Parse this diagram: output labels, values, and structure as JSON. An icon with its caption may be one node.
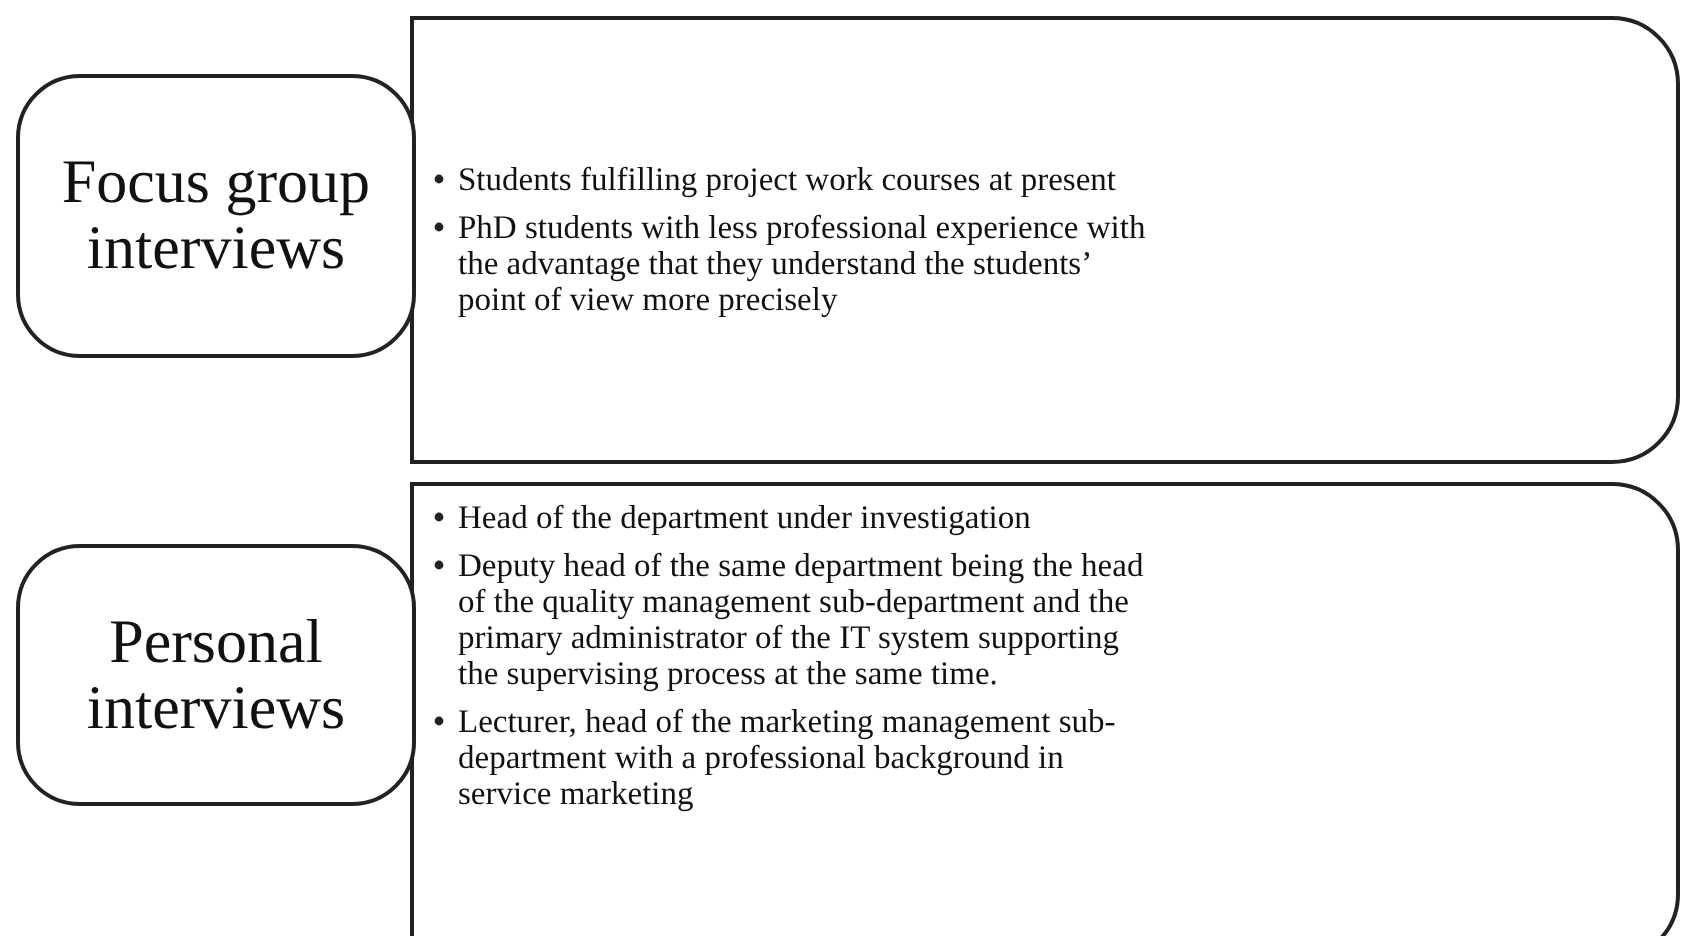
{
  "diagram": {
    "nodes": [
      {
        "text": [
          "Focus group interviews"
        ]
      },
      {
        "text": [
          "Students fulfilling project work courses at present",
          "PhD students with less professional experience with the advantage that they understand the students’ point of view more precisely"
        ]
      },
      {
        "text": [
          "Personal interviews"
        ]
      },
      {
        "text": [
          "Head of the department under investigation",
          "Deputy head of the same department being the head of the quality management sub-department and the primary administrator of the IT system supporting the supervising process at the same time.",
          "Lecturer, head of the marketing management sub-department with a professional background in service marketing"
        ]
      }
    ]
  }
}
